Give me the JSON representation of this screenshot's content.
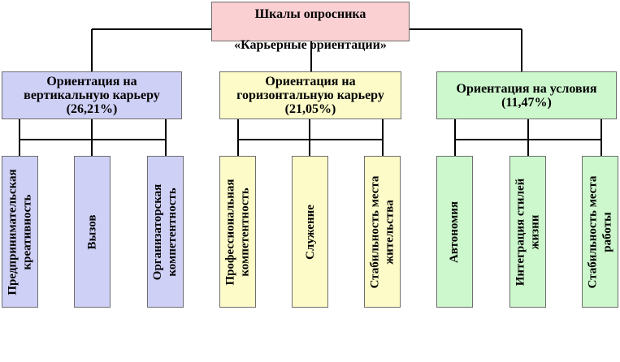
{
  "root": {
    "line1": "Шкалы опросника",
    "line2": "«Карьерные ориентации»"
  },
  "categories": [
    {
      "lines": [
        "Ориентация на",
        "вертикальную карьеру",
        "(26,21%)"
      ],
      "scales": [
        [
          "Предпринимательская",
          "креативность"
        ],
        [
          "Вызов"
        ],
        [
          "Организаторская",
          "компетентность"
        ]
      ]
    },
    {
      "lines": [
        "Ориентация на",
        "горизонтальную карьеру",
        "(21,05%)"
      ],
      "scales": [
        [
          "Профессиональная",
          "компетентность"
        ],
        [
          "Служение"
        ],
        [
          "Стабильность места",
          "жительства"
        ]
      ]
    },
    {
      "lines": [
        "Ориентация на условия",
        "(11,47%)"
      ],
      "scales": [
        [
          "Автономия"
        ],
        [
          "Интеграция стилей",
          "жизни"
        ],
        [
          "Стабильность места",
          "работы"
        ]
      ]
    }
  ]
}
